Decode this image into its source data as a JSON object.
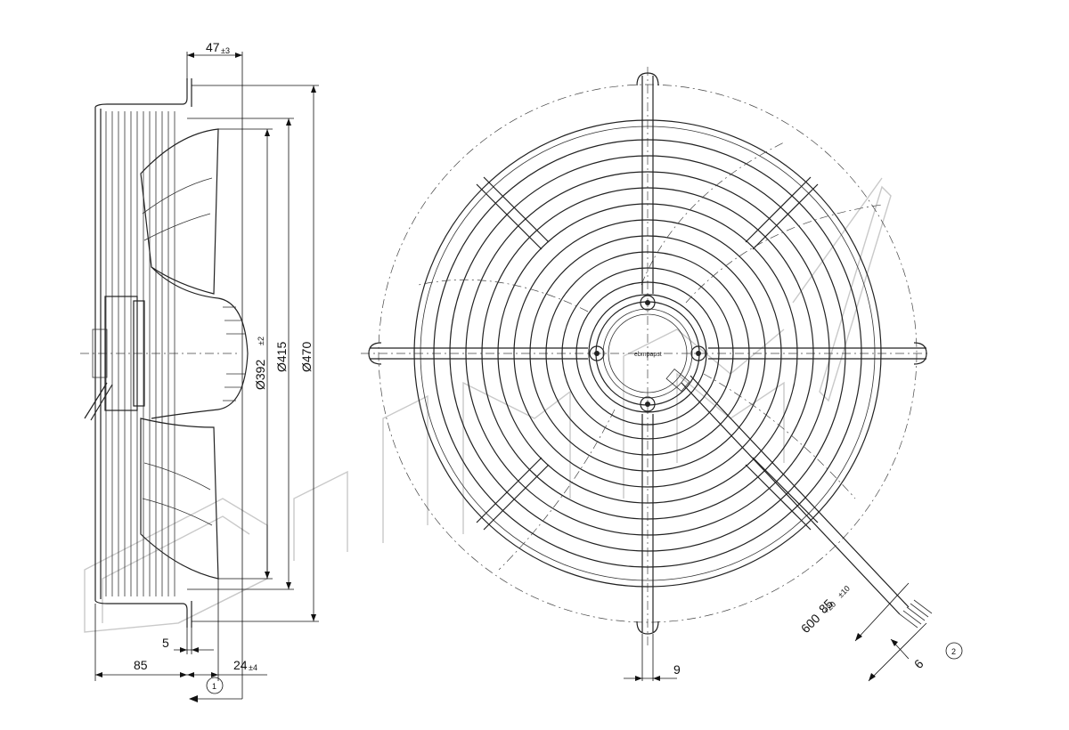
{
  "dimensions": {
    "d47": "47",
    "d47_tol": "±3",
    "d392": "Ø392",
    "d392_tol": "±2",
    "d415": "Ø415",
    "d470": "Ø470",
    "d5": "5",
    "d85": "85",
    "d24": "24",
    "d24_tol": "±4",
    "d9": "9",
    "d85c": "85",
    "d85c_tol": "±10",
    "d600": "600",
    "d600_tol": "+20",
    "d6": "6"
  },
  "callouts": {
    "one": "1",
    "two": "2"
  },
  "labels": {
    "brand": "ebmpapst"
  }
}
